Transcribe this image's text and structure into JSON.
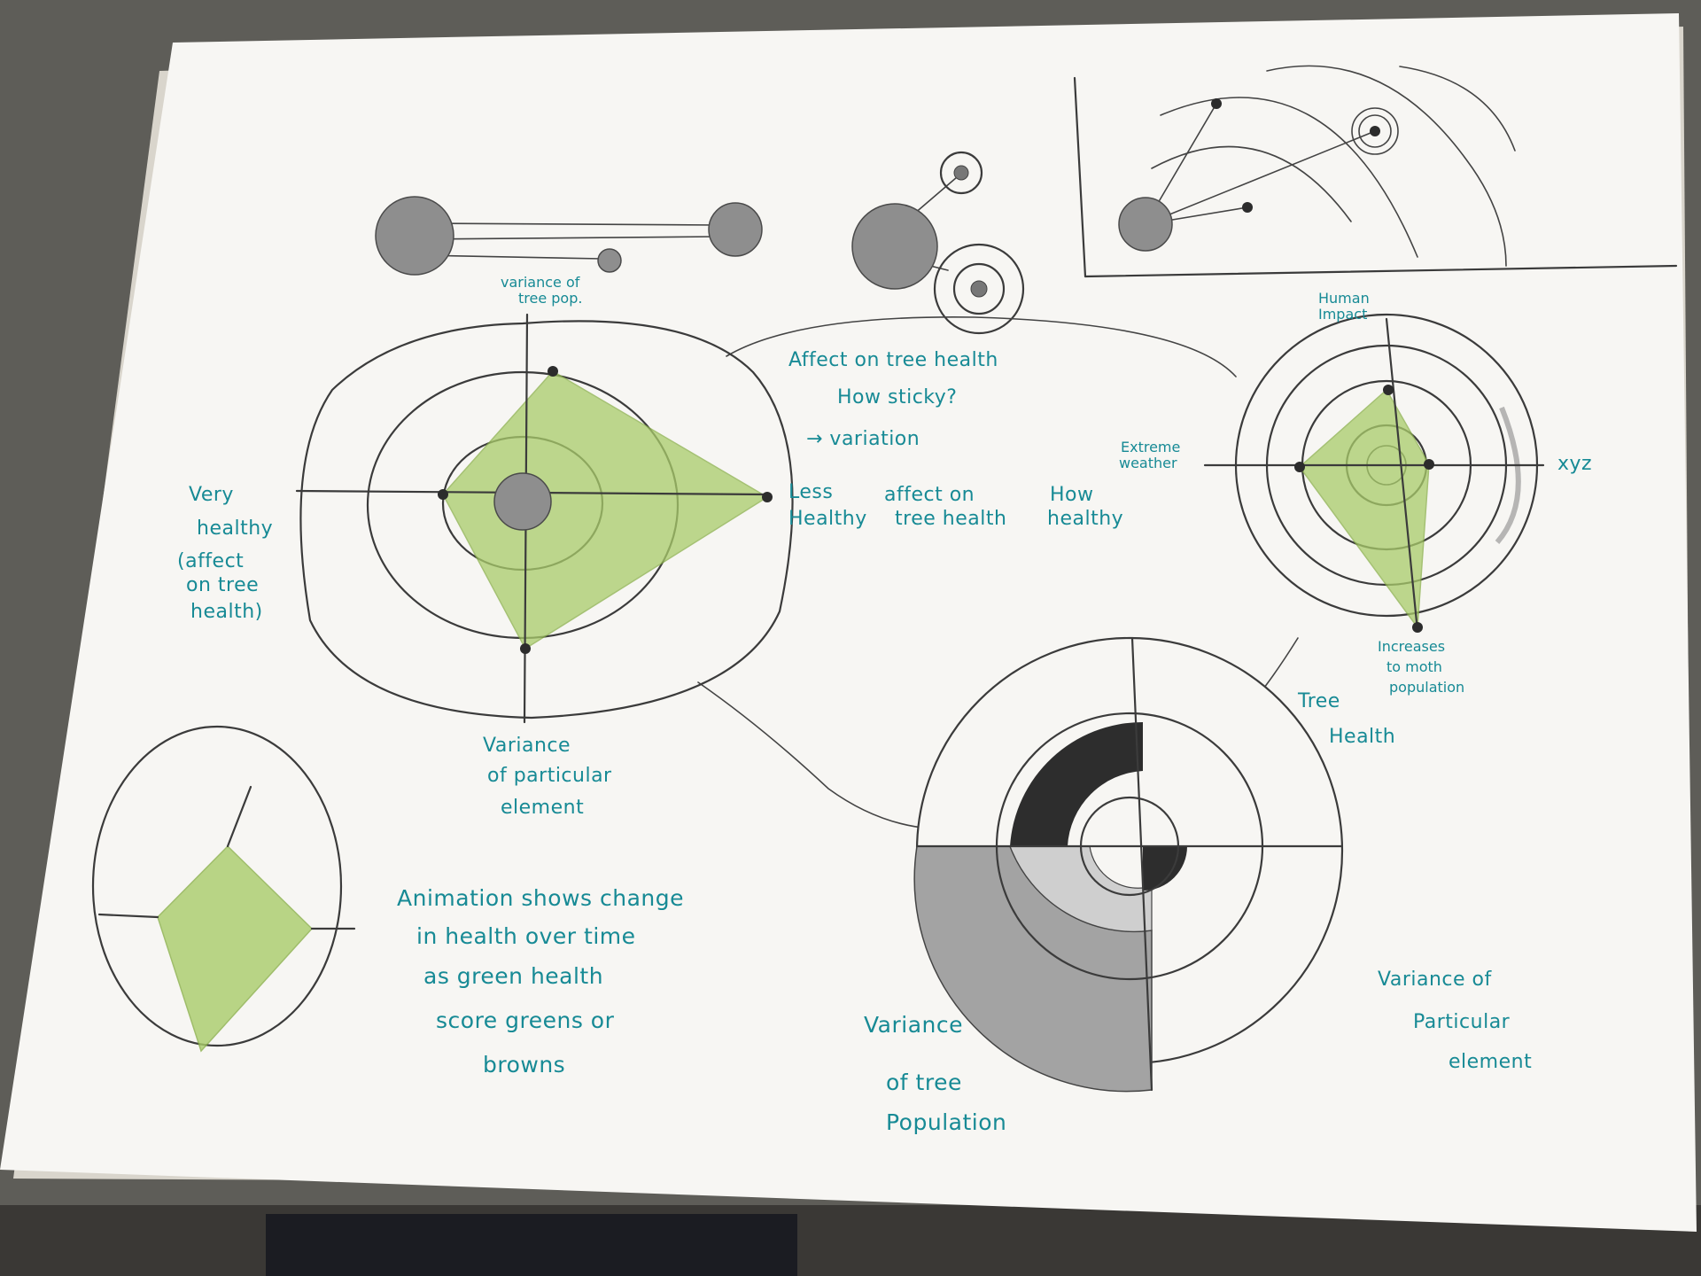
{
  "colors": {
    "ink": "#178a95",
    "graphite": "#3b3b3b",
    "green": "#a9cc6a",
    "paper": "#f7f6f3"
  },
  "labels": {
    "variance_tree_pop": [
      "variance of",
      "tree pop."
    ],
    "affect_note": [
      "Affect on tree health",
      "How sticky?",
      "→ variation"
    ],
    "very_healthy": [
      "Very",
      "healthy",
      "(affect",
      "on tree",
      "health)"
    ],
    "less_healthy": "Less",
    "less_healthy2": "Healthy",
    "affect_paren": [
      "affect on",
      "tree health"
    ],
    "how_healthy": [
      "How",
      "healthy"
    ],
    "variance_particular_left": [
      "Variance",
      "of particular",
      "element"
    ],
    "human_impact": [
      "Human",
      "Impact"
    ],
    "extreme_weather": [
      "Extreme",
      "weather"
    ],
    "xyz": "xyz",
    "increases_moth": [
      "Increases",
      "to moth",
      "population"
    ],
    "tree_health": [
      "Tree",
      "Health"
    ],
    "animation_note": [
      "Animation shows change",
      "in health over time",
      "as green health",
      "score greens or",
      "browns"
    ],
    "variance_tree_population": [
      "Variance",
      "of tree",
      "Population"
    ],
    "variance_particular_right": [
      "Variance of",
      "Particular",
      "element"
    ]
  }
}
